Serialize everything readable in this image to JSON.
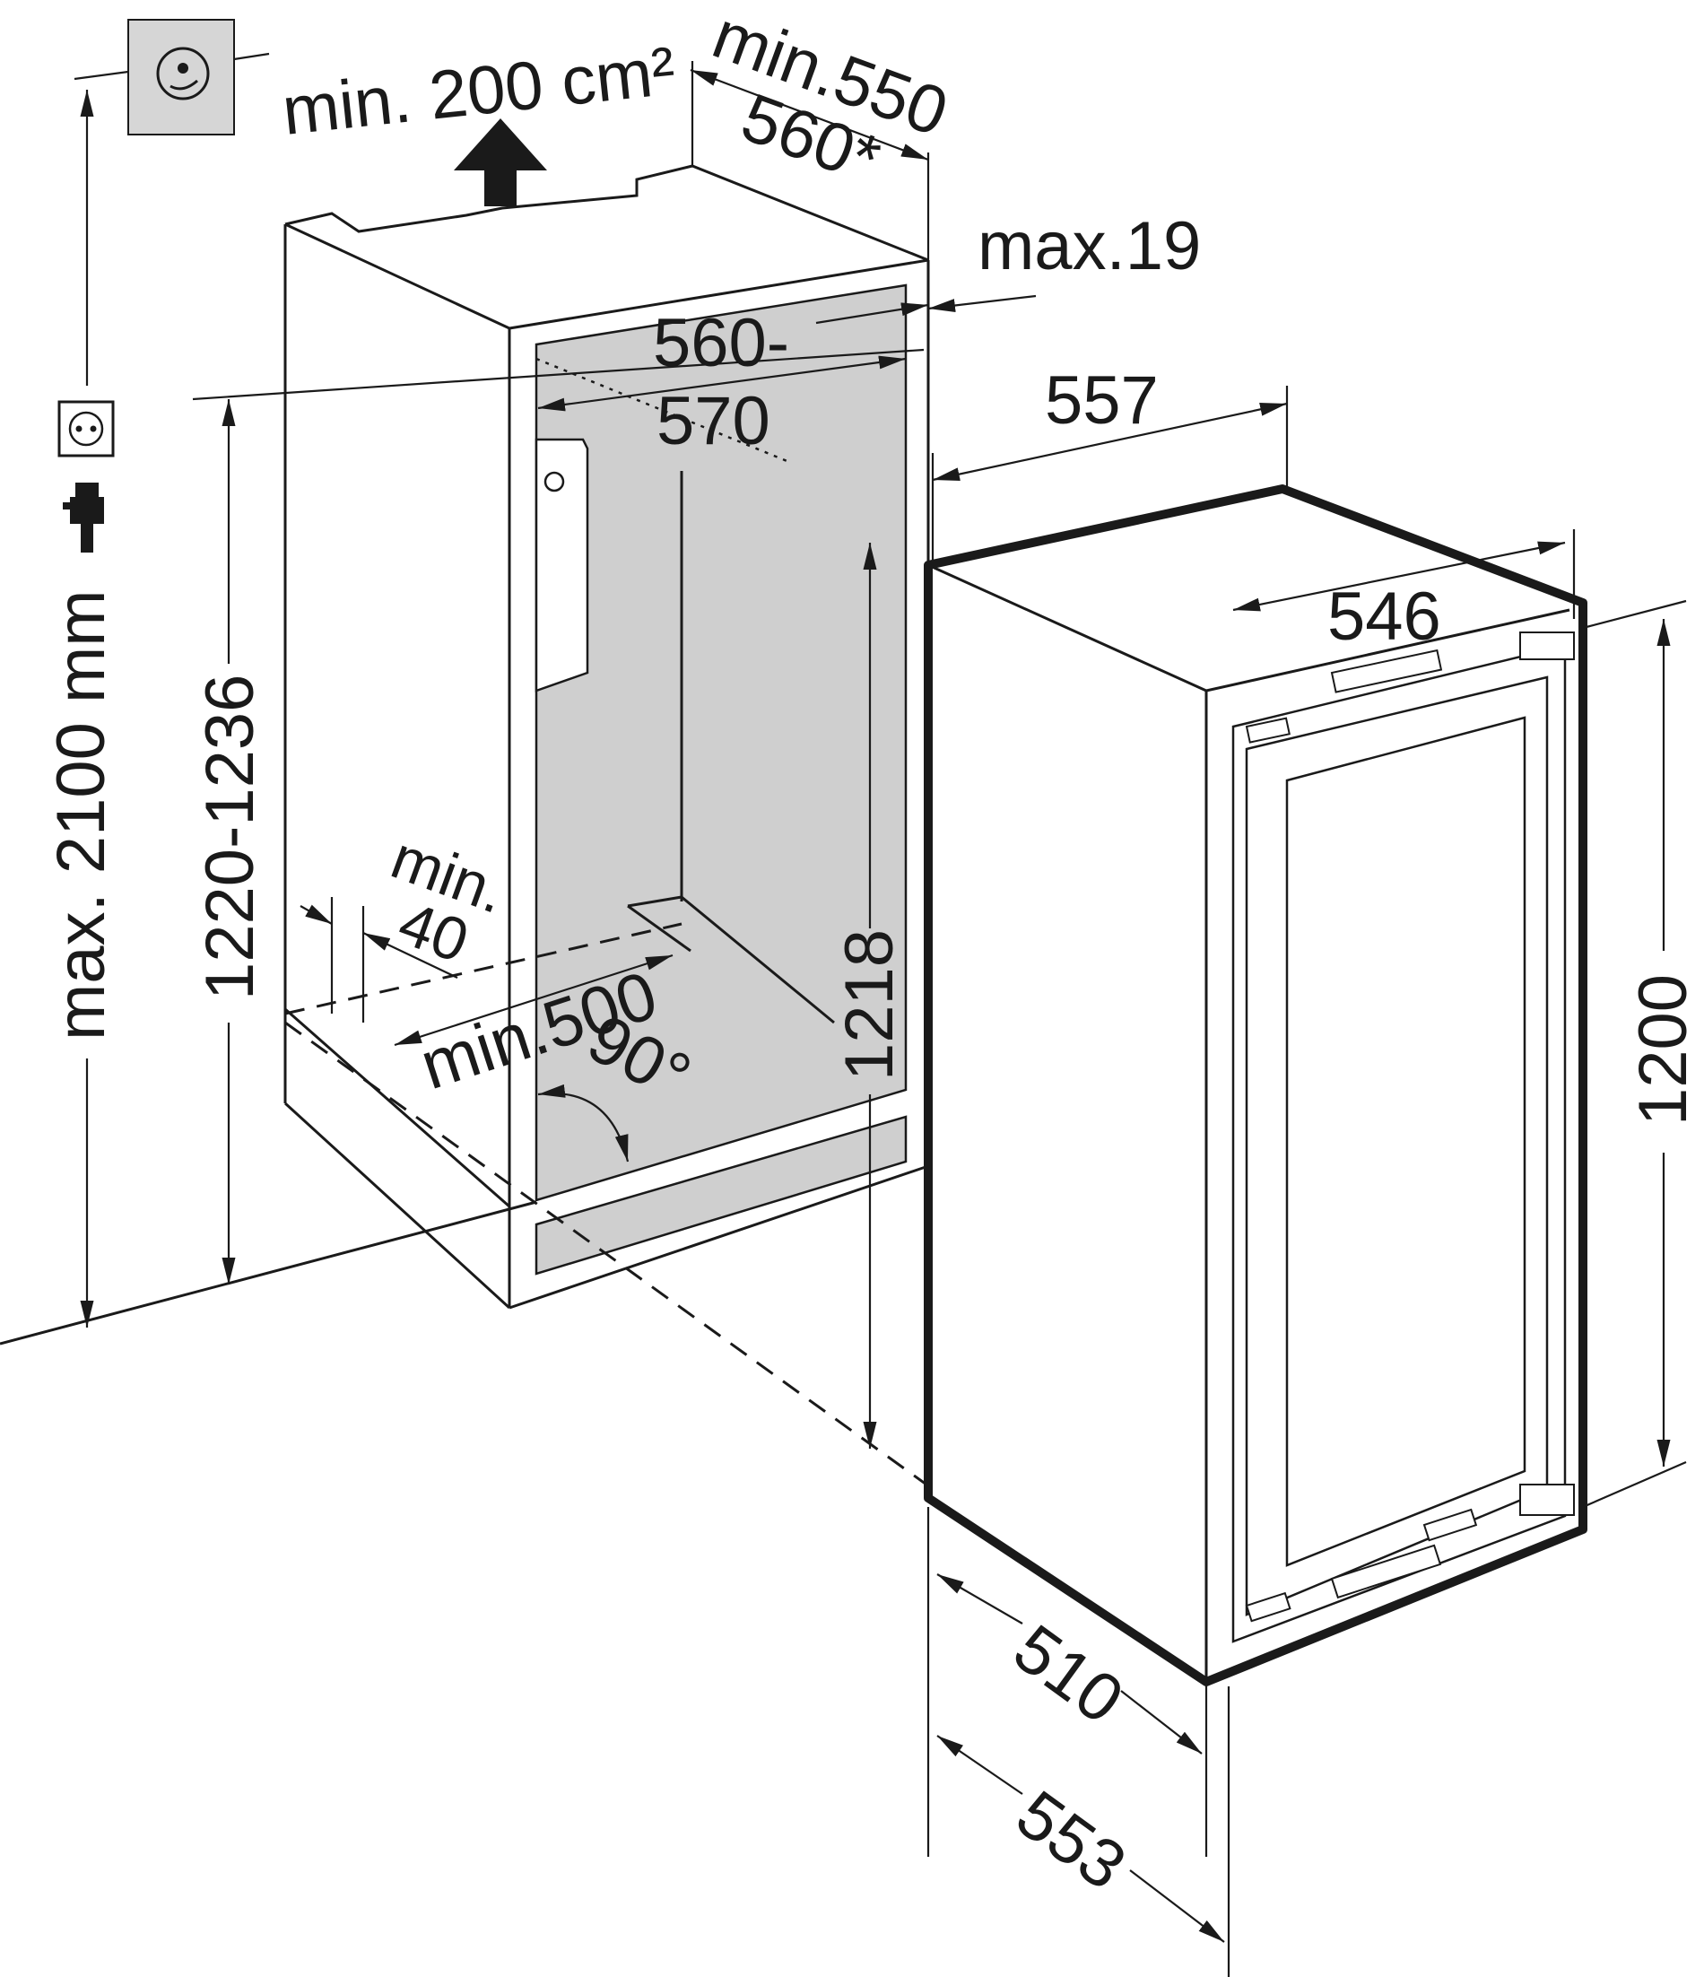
{
  "labels": {
    "ventilation": "min. 200 cm²",
    "depth_min": "min.550",
    "depth_star": "560*",
    "overlap": "max.19",
    "width_top": "560-",
    "width_bottom": "570",
    "appliance_width": "557",
    "door_width": "546",
    "niche_height": "1220-1236",
    "max_height": "max. 2100 mm",
    "appliance_height_inner": "1218",
    "appliance_height": "1200",
    "plinth_gap_top": "min.",
    "plinth_gap_bottom": "40",
    "door_depth": "min.500",
    "angle": "90°",
    "depth_510": "510",
    "depth_553": "553"
  },
  "icons": [
    "gas-valve-icon",
    "socket-icon",
    "plug-icon",
    "up-arrow-icon"
  ]
}
